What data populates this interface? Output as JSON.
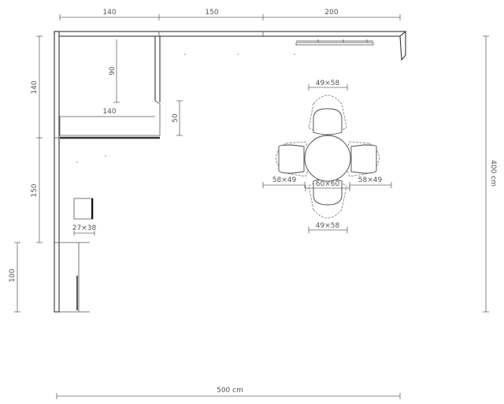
{
  "dimensions": {
    "top_1": "140",
    "top_2": "150",
    "top_3": "200",
    "left_1": "140",
    "left_2": "150",
    "left_3": "100",
    "inner_90": "90",
    "inner_140": "140",
    "inner_50": "50",
    "cabinet": "27×38",
    "right_total": "400 cm",
    "bottom_total": "500 cm"
  },
  "furniture": {
    "chair_top": "49×58",
    "chair_left": "58×49",
    "chair_right": "58×49",
    "table": "60×60",
    "chair_bottom": "49×58"
  }
}
